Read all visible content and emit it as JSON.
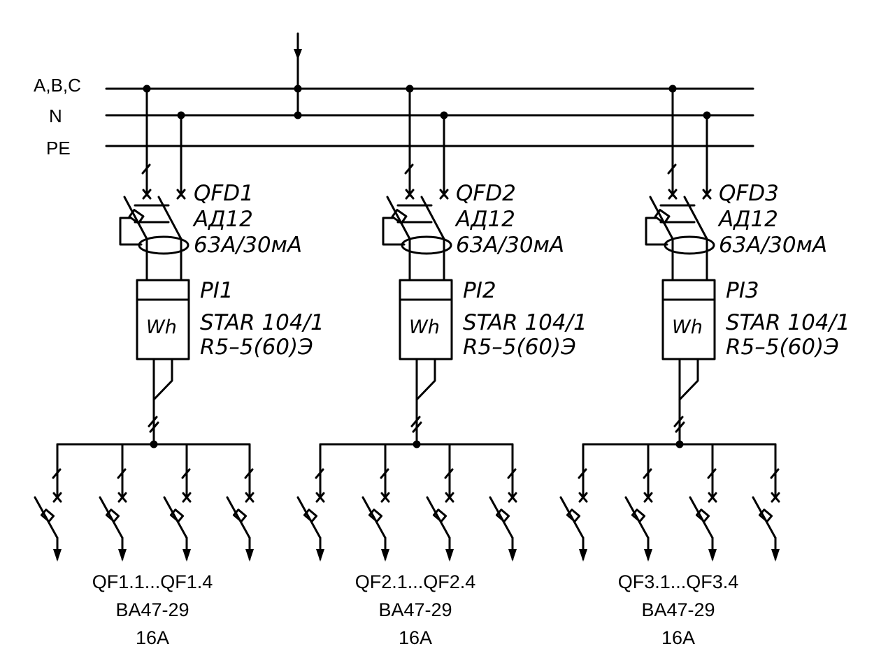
{
  "buses": {
    "phase_label": "A,B,C",
    "neutral_label": "N",
    "pe_label": "PE"
  },
  "groups": [
    {
      "rcd": {
        "ref": "QFD1",
        "model": "АД12",
        "rating": "63A/30мA"
      },
      "meter": {
        "ref": "PI1",
        "model": "STAR 104/1",
        "type": "R5–5(60)Э",
        "symbol": "Wh"
      },
      "breakers": {
        "refs": "QF1.1...QF1.4",
        "model": "BA47-29",
        "rating": "16A"
      }
    },
    {
      "rcd": {
        "ref": "QFD2",
        "model": "АД12",
        "rating": "63A/30мA"
      },
      "meter": {
        "ref": "PI2",
        "model": "STAR 104/1",
        "type": "R5–5(60)Э",
        "symbol": "Wh"
      },
      "breakers": {
        "refs": "QF2.1...QF2.4",
        "model": "BA47-29",
        "rating": "16A"
      }
    },
    {
      "rcd": {
        "ref": "QFD3",
        "model": "АД12",
        "rating": "63A/30мA"
      },
      "meter": {
        "ref": "PI3",
        "model": "STAR 104/1",
        "type": "R5–5(60)Э",
        "symbol": "Wh"
      },
      "breakers": {
        "refs": "QF3.1...QF3.4",
        "model": "BA47-29",
        "rating": "16A"
      }
    }
  ]
}
